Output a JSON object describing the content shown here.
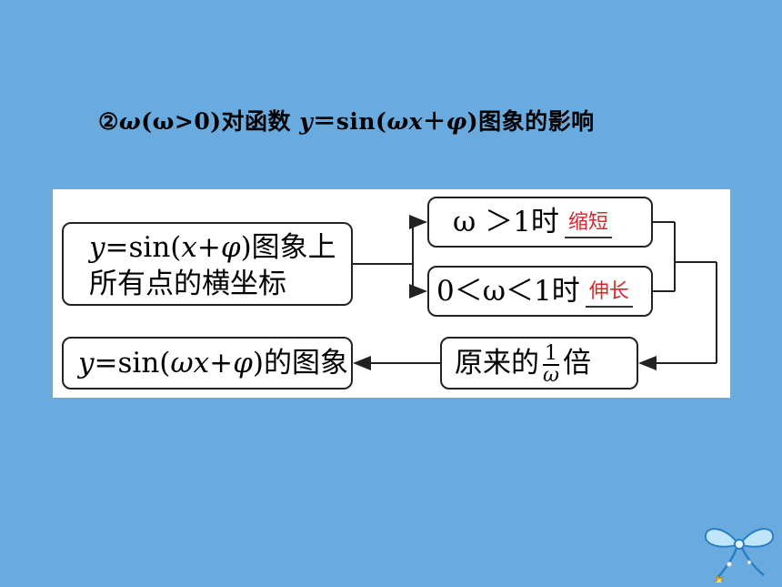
{
  "heading": {
    "prefix": "②",
    "omega": "ω",
    "condition": "(ω>0)",
    "text1": "对函数 ",
    "func": "y",
    "text2": "＝sin(",
    "arg": "ωx",
    "text3": "＋",
    "phi": "φ",
    "text4": ")图象的影响"
  },
  "diagram": {
    "source": {
      "line1_y": "y",
      "line1_a": "=sin(",
      "line1_x": "x",
      "line1_b": "+",
      "line1_phi": "φ",
      "line1_c": ")图象上",
      "line2": "所有点的横坐标"
    },
    "case_top": {
      "condition": "ω ＞1时",
      "answer": "缩短"
    },
    "case_bottom": {
      "condition": "0＜ω＜1时",
      "answer": "伸长"
    },
    "factor": {
      "before": "原来的",
      "numerator": "1",
      "denominator": "ω",
      "after": "倍"
    },
    "result": {
      "y": "y",
      "a": "=sin(",
      "omega_x": "ωx",
      "b": "+",
      "phi": "φ",
      "c": ")的图象"
    }
  },
  "colors": {
    "background": "#6aabdf",
    "answer": "#d8262c"
  }
}
